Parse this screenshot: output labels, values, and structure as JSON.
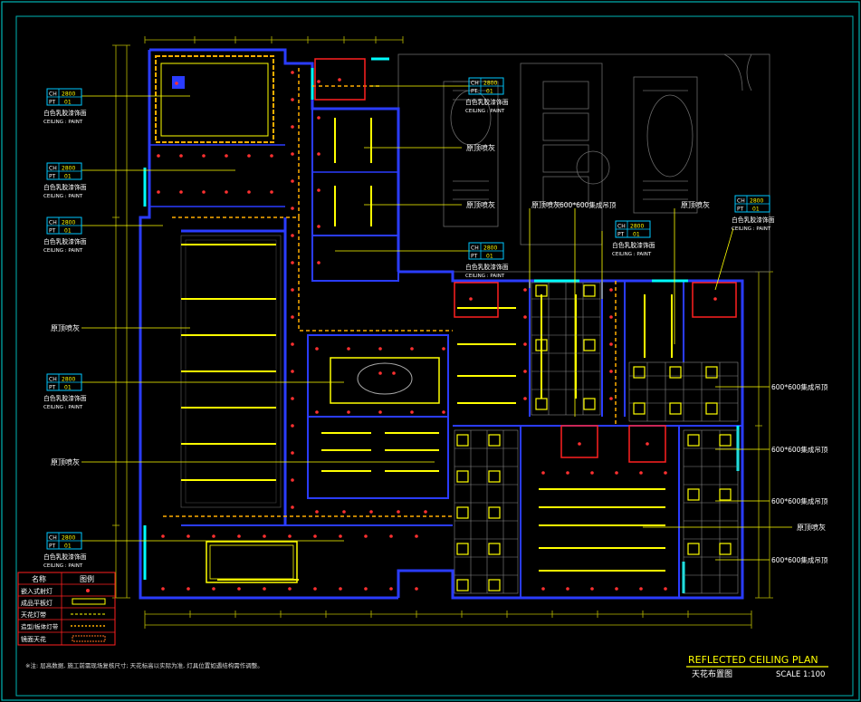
{
  "drawing": {
    "title_en": "REFLECTED CEILING PLAN",
    "title_cn": "天花布置图",
    "scale": "SCALE 1:100",
    "note": "※注: 层高数据, 施工前需现场复核尺寸; 天花标高以实际为准, 灯具位置如遇结构需作调整。"
  },
  "tags": [
    {
      "ch": "CH",
      "ch_val": "2800",
      "pt": "PT",
      "pt_val": "01",
      "cn": "白色乳胶漆饰面",
      "en": "CEILING : PAINT"
    },
    {
      "ch": "CH",
      "ch_val": "2800",
      "pt": "PT",
      "pt_val": "01",
      "cn": "白色乳胶漆饰面",
      "en": "CEILING : PAINT"
    },
    {
      "ch": "CH",
      "ch_val": "2800",
      "pt": "PT",
      "pt_val": "01",
      "cn": "白色乳胶漆饰面",
      "en": "CEILING : PAINT"
    },
    {
      "ch": "CH",
      "ch_val": "2800",
      "pt": "PT",
      "pt_val": "01",
      "cn": "白色乳胶漆饰面",
      "en": "CEILING : PAINT"
    },
    {
      "ch": "CH",
      "ch_val": "2800",
      "pt": "PT",
      "pt_val": "01",
      "cn": "白色乳胶漆饰面",
      "en": "CEILING : PAINT"
    },
    {
      "ch": "CH",
      "ch_val": "2800",
      "pt": "PT",
      "pt_val": "01",
      "cn": "白色乳胶漆饰面",
      "en": "CEILING : PAINT"
    },
    {
      "ch": "CH",
      "ch_val": "2800",
      "pt": "PT",
      "pt_val": "01",
      "cn": "白色乳胶漆饰面",
      "en": "CEILING : PAINT"
    },
    {
      "ch": "CH",
      "ch_val": "2800",
      "pt": "PT",
      "pt_val": "01",
      "cn": "白色乳胶漆饰面",
      "en": "CEILING : PAINT"
    }
  ],
  "labels": {
    "raw_slab": "原顶喷灰",
    "grid_ceiling": "600*600集成吊顶"
  },
  "legend": {
    "header_name": "名称",
    "header_symbol": "图例",
    "rows": [
      "嵌入式射灯",
      "成品平板灯",
      "天花灯带",
      "造型/板体灯带",
      "镜面天花"
    ]
  },
  "colors": {
    "frame": "#00b4b4",
    "wall": "#2a3cff",
    "light": "#ff2020",
    "line": "#ffff00",
    "tag": "#00c8ff",
    "glass": "#00ffff"
  }
}
